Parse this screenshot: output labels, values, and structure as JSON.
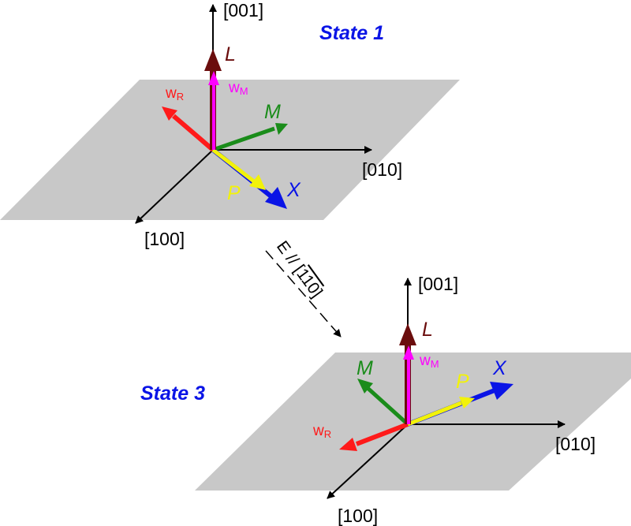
{
  "colors": {
    "plane": "#c8c8c8",
    "L": "#6b0d0d",
    "wM": "#ff00ff",
    "wR": "#ff1a1a",
    "M": "#1a8c1a",
    "X": "#0a14e6",
    "P": "#f2f20a",
    "axis": "#000000",
    "state": "#0a14e6"
  },
  "state1": {
    "title": "State 1",
    "axes": {
      "z": "[001]",
      "y": "[010]",
      "x": "[100]"
    },
    "vectors": {
      "L": "L",
      "wM_base": "w",
      "wM_sub": "M",
      "wR_base": "w",
      "wR_sub": "R",
      "M": "M",
      "P": "P",
      "X": "X"
    }
  },
  "state3": {
    "title": "State 3",
    "axes": {
      "z": "[001]",
      "y": "[010]",
      "x": "[100]"
    },
    "vectors": {
      "L": "L",
      "wM_base": "w",
      "wM_sub": "M",
      "wR_base": "w",
      "wR_sub": "R",
      "M": "M",
      "P": "P",
      "X": "X"
    }
  },
  "transition": {
    "field_label": "E // [",
    "direction_digits": "110",
    "close_bracket": "]"
  }
}
